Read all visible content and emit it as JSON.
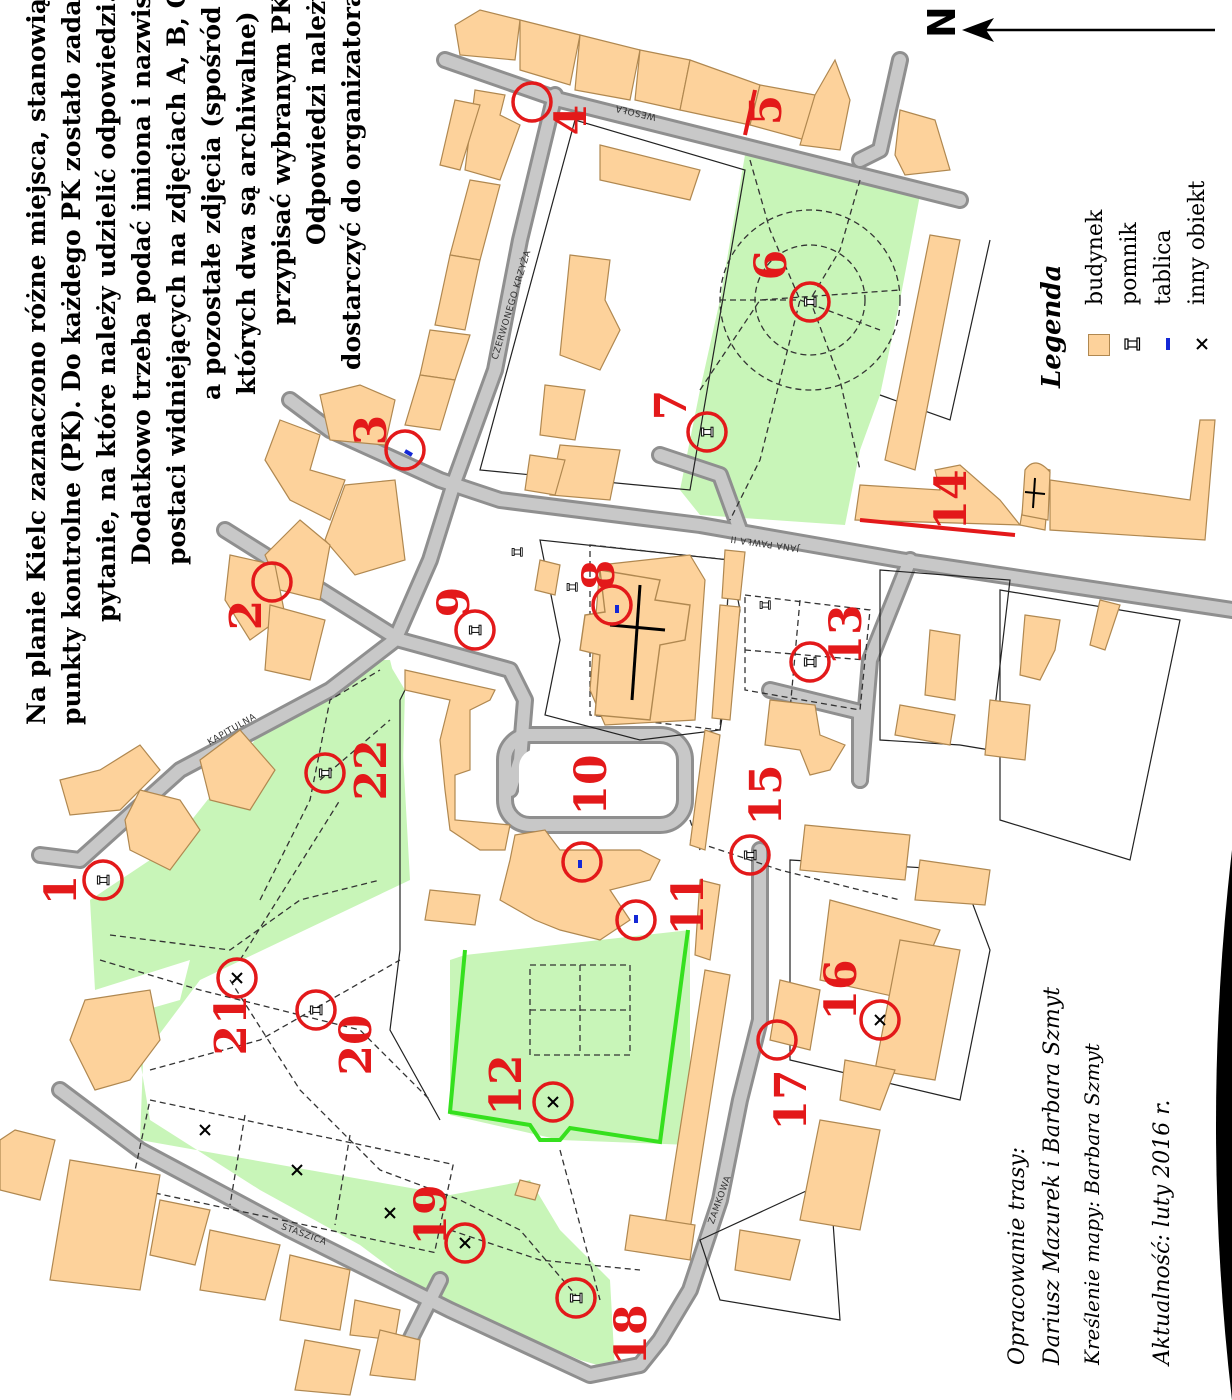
{
  "intro": {
    "lines": [
      "Na planie Kielc zaznaczono różne miejsca, stanowiące",
      "punkty kontrolne (PK). Do każdego PK zostało zadane",
      "pytanie, na które należy udzielić odpowiedzi.",
      "Dodatkowo trzeba podać imiona i nazwiska",
      "postaci widniejących na zdjęciach A, B, C,",
      "a pozostałe zdjęcia (spośród",
      "których dwa są archiwalne)",
      "przypisać wybranym PK.",
      "Odpowiedzi należy",
      "dostarczyć do organizatora."
    ]
  },
  "north_label": "N",
  "streets": {
    "wesola": "WESOŁA",
    "czerwonego_krzyza": "CZERWONEGO KRZYŻA",
    "jana_pawla": "JANA PAWŁA II",
    "kapitulna": "KAPITULNA",
    "zamkowa": "ZAMKOWA",
    "staszica": "STASZICA"
  },
  "legend": {
    "title": "Legenda",
    "items": [
      {
        "label": "budynek",
        "icon": "building-swatch"
      },
      {
        "label": "pomnik",
        "icon": "monument-icon"
      },
      {
        "label": "tablica",
        "icon": "plaque-icon"
      },
      {
        "label": "inny obiekt",
        "icon": "cross-mark-icon"
      }
    ]
  },
  "credits": {
    "route_label": "Opracowanie trasy:",
    "route_authors": "Dariusz Mazurek i Barbara Szmyt",
    "map_drawing": "Kreślenie mapy: Barbara Szmyt",
    "updated": "Aktualność: luty 2016 r."
  },
  "checkpoints": [
    {
      "n": "1"
    },
    {
      "n": "2"
    },
    {
      "n": "3"
    },
    {
      "n": "4"
    },
    {
      "n": "5"
    },
    {
      "n": "6"
    },
    {
      "n": "7"
    },
    {
      "n": "8"
    },
    {
      "n": "9"
    },
    {
      "n": "10"
    },
    {
      "n": "11"
    },
    {
      "n": "12"
    },
    {
      "n": "13"
    },
    {
      "n": "14"
    },
    {
      "n": "15"
    },
    {
      "n": "16"
    },
    {
      "n": "17"
    },
    {
      "n": "18"
    },
    {
      "n": "19"
    },
    {
      "n": "20"
    },
    {
      "n": "21"
    },
    {
      "n": "22"
    }
  ],
  "colors": {
    "building": "#fdd29b",
    "building_stroke": "#b08850",
    "park": "#c8f5b8",
    "road": "#a8a8a8",
    "checkpoint": "#e3191a",
    "plaque": "#1428d6",
    "green_line": "#35e01e"
  }
}
